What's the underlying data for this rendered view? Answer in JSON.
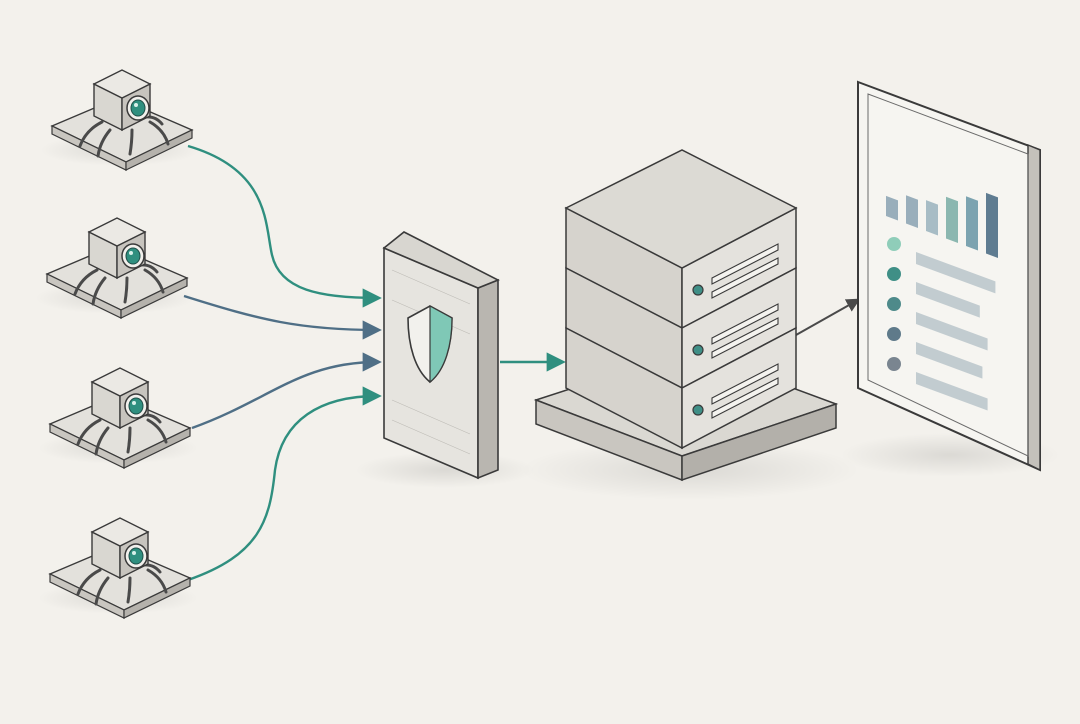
{
  "diagram": {
    "description_hidden": "",
    "colors": {
      "background": "#f3f1ec",
      "pencil": "#3a3a3a",
      "shade_light": "#e4e2dd",
      "shade_mid": "#cfccc6",
      "shade_dark": "#a9a6a0",
      "teal": "#2f8f7f",
      "teal_light": "#7fc8b6",
      "slate": "#4f6f86",
      "slate_light": "#8fa6b5",
      "bar_gray": "#b9c4ca"
    },
    "nodes": {
      "robots": [
        {
          "name": "robot-sensor-1",
          "eye_color": "#2f8f7f"
        },
        {
          "name": "robot-sensor-2",
          "eye_color": "#2f8f7f"
        },
        {
          "name": "robot-sensor-3",
          "eye_color": "#2f8f7f"
        },
        {
          "name": "robot-sensor-4",
          "eye_color": "#2f8f7f"
        }
      ],
      "gateway": {
        "icon": "shield-icon"
      },
      "server": {
        "icon": "server-rack-icon",
        "units": 3
      },
      "dashboard": {
        "icon": "monitor-dashboard-icon",
        "bar_chart_levels": [
          0.15,
          0.3,
          0.35,
          0.55,
          0.7,
          0.9
        ],
        "list_dot_colors": [
          "#8fcdb9",
          "#3f8f86",
          "#4e8a8a",
          "#5f7a8a",
          "#7a8590"
        ],
        "list_line_levels": [
          0.95,
          0.65,
          0.8,
          0.7,
          0.8
        ]
      }
    },
    "connections": [
      {
        "from": "robot-sensor-1",
        "to": "gateway",
        "color": "#2f8f7f"
      },
      {
        "from": "robot-sensor-2",
        "to": "gateway",
        "color": "#4f6f86"
      },
      {
        "from": "robot-sensor-3",
        "to": "gateway",
        "color": "#4f6f86"
      },
      {
        "from": "robot-sensor-4",
        "to": "gateway",
        "color": "#2f8f7f"
      },
      {
        "from": "gateway",
        "to": "server",
        "color": "#2f8f7f"
      },
      {
        "from": "server",
        "to": "dashboard",
        "color": "#4a4a4a"
      }
    ]
  }
}
